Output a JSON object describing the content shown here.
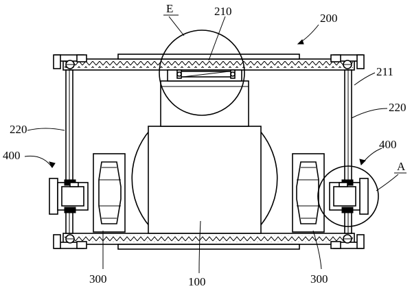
{
  "labels": {
    "E": "E",
    "r210": "210",
    "r200": "200",
    "r211": "211",
    "r220_left": "220",
    "r220_right": "220",
    "r400_left": "400",
    "r400_right": "400",
    "A": "A",
    "r300_left": "300",
    "r300_right": "300",
    "r100": "100"
  }
}
